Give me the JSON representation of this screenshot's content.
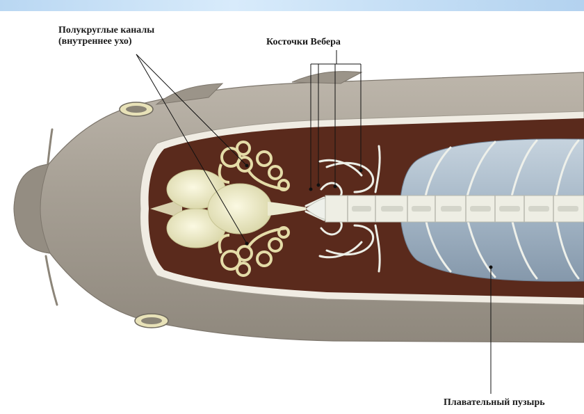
{
  "labels": {
    "semicircular_canals_line1": "Полукруглые каналы",
    "semicircular_canals_line2": "(внутреннее ухо)",
    "weberian_ossicles": "Косточки Вебера",
    "swim_bladder": "Плавательный пузырь"
  },
  "colors": {
    "body": "#a59e93",
    "cavity": "#5a2a1c",
    "cavity_rim": "#f0ece3",
    "bladder": "#a7b8c8",
    "vertebrae": "#eeeee4",
    "canals": "#e4dca8",
    "brain": "#f3f0cf"
  }
}
